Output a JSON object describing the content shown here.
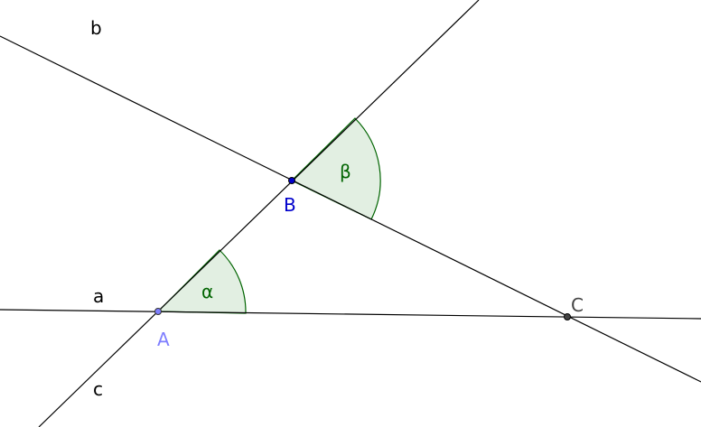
{
  "lines": [
    {
      "id": "a",
      "label": "a"
    },
    {
      "id": "b",
      "label": "b"
    },
    {
      "id": "c",
      "label": "c"
    }
  ],
  "points": [
    {
      "id": "A",
      "label": "A",
      "color": "#7f7fff"
    },
    {
      "id": "B",
      "label": "B",
      "color": "#0000cc"
    },
    {
      "id": "C",
      "label": "C",
      "color": "#444444"
    }
  ],
  "angles": [
    {
      "id": "alpha",
      "label": "α",
      "color": "#006400",
      "fill": "#e2efe2"
    },
    {
      "id": "beta",
      "label": "β",
      "color": "#006400",
      "fill": "#e2efe2"
    }
  ]
}
